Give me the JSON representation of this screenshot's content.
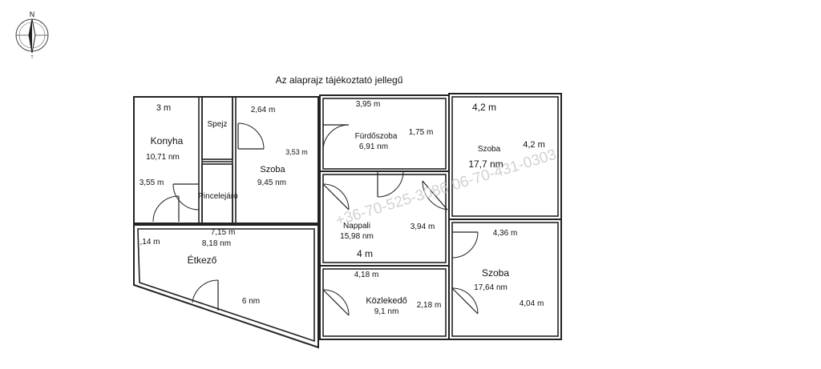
{
  "title": "Az alaprajz tájékoztató jellegű",
  "compass": {
    "north_letter": "N",
    "south_letter": "T"
  },
  "watermark": "+36-70-525-3086 06-70-431-0303",
  "rooms": {
    "konyha": {
      "name": "Konyha",
      "area": "10,71 nm",
      "width": "3 m",
      "depth": "3,55 m"
    },
    "spejz": {
      "name": "Spejz"
    },
    "pincelejaro": {
      "name": "Pincelejáró"
    },
    "szoba1": {
      "name": "Szoba",
      "area": "9,45 nm",
      "width": "2,64 m",
      "depth": "3,53 m"
    },
    "furdoszoba": {
      "name": "Fürdőszoba",
      "area": "6,91 nm",
      "width": "3,95 m",
      "depth": "1,75 m"
    },
    "szoba2": {
      "name": "Szoba",
      "area": "17,7 nm",
      "width": "4,2 m",
      "depth": "4,2 m"
    },
    "etkezo": {
      "name": "Étkező",
      "area": "8,18 nm",
      "width": "7,15 m",
      "depth": ",14 m",
      "extra": "6 nm"
    },
    "nappali": {
      "name": "Nappali",
      "area": "15,98 nm",
      "width": "4 m",
      "depth": "3,94 m"
    },
    "kozlekedo": {
      "name": "Közlekedő",
      "area": "9,1 nm",
      "width": "4,18 m",
      "depth": "2,18 m"
    },
    "szoba3": {
      "name": "Szoba",
      "area": "17,64 nm",
      "width": "4,36 m",
      "depth": "4,04 m"
    }
  }
}
